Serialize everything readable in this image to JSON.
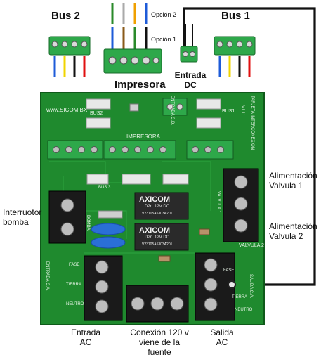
{
  "labels": {
    "bus2": "Bus 2",
    "bus1": "Bus 1",
    "impresora": "Impresora",
    "opcion2": "Opción 2",
    "opcion1": "Opción 1",
    "entrada_dc": "Entrada DC",
    "alimentacion_valvula_1": "Alimentación Valvula 1",
    "alimentacion_valvula_2": "Alimentación Valvula 2",
    "interruptor_bomba": "Interruotor bomba",
    "entrada_ac": "Entrada AC",
    "conexion_120v": "Conexión 120 v viene de la fuente",
    "salida_ac": "Salida AC"
  },
  "relays": [
    {
      "brand": "AXICOM",
      "model": "D2n",
      "rating": "12V DC",
      "code": "V23105A5303A201"
    },
    {
      "brand": "AXICOM",
      "model": "D2n",
      "rating": "12V DC",
      "code": "V23105A5303A201"
    }
  ],
  "board_silkscreen": {
    "site": "www.SICOM.BX",
    "bus2": "BUS2",
    "bus1": "BUS1",
    "impresora": "IMPRESORA",
    "entrada_cd": "ENTRADA C.D.",
    "tarjeta": "TARJETA INTERCONEXION",
    "version": "V1.11",
    "bus3": "BUS 3",
    "bomba": "BOMBA",
    "valvula1": "VALVULA 1",
    "valvula2": "VALVULA 2",
    "fase": "FASE",
    "tierra": "TIERRA",
    "neutro": "NEUTRO",
    "entrada_ca": "ENTRADA C.A.",
    "salida_ca": "SALIDA C.A."
  },
  "wire_colors": {
    "bus2": [
      "#1e5bd8",
      "#f0d400",
      "#111111",
      "#e01010"
    ],
    "bus1": [
      "#1e5bd8",
      "#f0d400",
      "#111111",
      "#e01010"
    ],
    "opcion2": [
      "#2a8a2a",
      "#aaaaaa",
      "#f0a000",
      "#1e5bd8"
    ],
    "opcion1": [
      "#1e5bd8",
      "#8a5a1a",
      "#2a8a2a",
      "#111111"
    ],
    "dc": [
      "#111111",
      "#111111"
    ],
    "loop": "#111111"
  },
  "colors": {
    "pcb": "#1f8a2e",
    "connector": "#2ea84a",
    "terminal": "#1a1a1a",
    "relay": "#2a2a2a",
    "capacitor": "#2a6fd6"
  }
}
